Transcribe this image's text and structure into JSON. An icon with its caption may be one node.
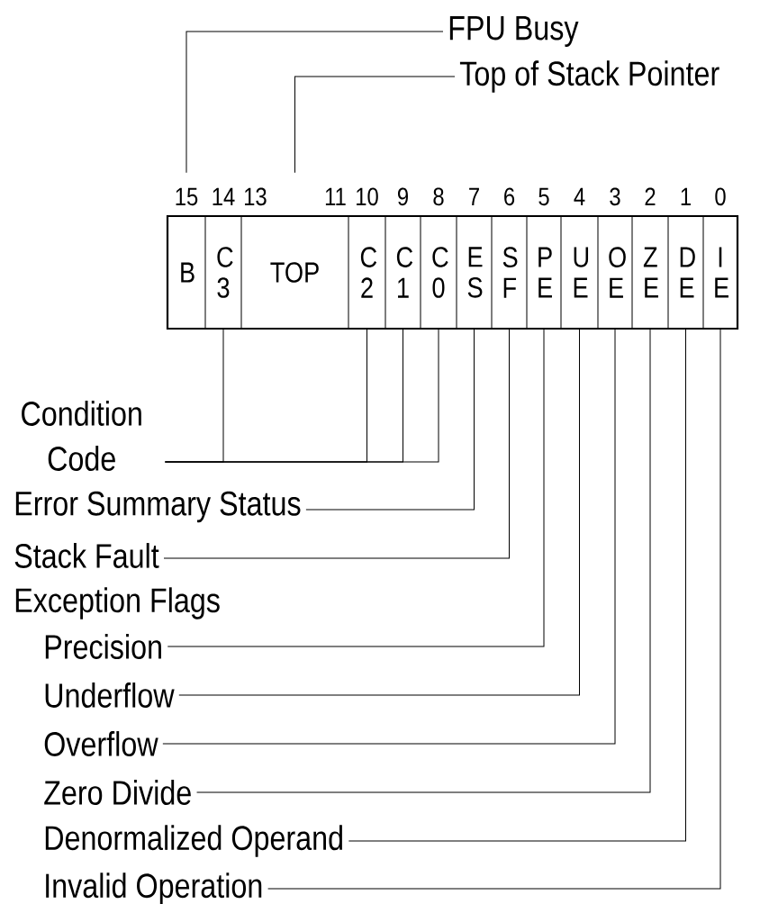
{
  "diagram": {
    "nodes": [
      {
        "text": [
          "FPU Busy"
        ]
      },
      {
        "text": [
          "Top of Stack Pointer"
        ]
      },
      {
        "text": [
          "B"
        ],
        "beside": [
          "15"
        ]
      },
      {
        "text": [
          "C 3"
        ],
        "beside": [
          "14"
        ]
      },
      {
        "text": [
          "TOP"
        ],
        "beside": [
          "13",
          "11"
        ]
      },
      {
        "text": [
          "C 2"
        ],
        "beside": [
          "10"
        ]
      },
      {
        "text": [
          "C 1"
        ],
        "beside": [
          "9"
        ]
      },
      {
        "text": [
          "C 0"
        ],
        "beside": [
          "8"
        ]
      },
      {
        "text": [
          "E S"
        ],
        "beside": [
          "7"
        ]
      },
      {
        "text": [
          "S F"
        ],
        "beside": [
          "6"
        ]
      },
      {
        "text": [
          "P E"
        ],
        "beside": [
          "5"
        ]
      },
      {
        "text": [
          "U E"
        ],
        "beside": [
          "4"
        ]
      },
      {
        "text": [
          "O E"
        ],
        "beside": [
          "3"
        ]
      },
      {
        "text": [
          "Z E"
        ],
        "beside": [
          "2"
        ]
      },
      {
        "text": [
          "D E"
        ],
        "beside": [
          "1"
        ]
      },
      {
        "text": [
          "I E"
        ],
        "beside": [
          "0"
        ]
      },
      {
        "text": [
          "Condition Code"
        ]
      },
      {
        "text": [
          "Error Summary Status"
        ]
      },
      {
        "text": [
          "Stack Fault"
        ]
      },
      {
        "text": [
          "Precision"
        ]
      },
      {
        "text": [
          "Underflow"
        ]
      },
      {
        "text": [
          "Overflow"
        ]
      },
      {
        "text": [
          "Zero Divide"
        ]
      },
      {
        "text": [
          "Denormalized Operand"
        ]
      },
      {
        "text": [
          "Invalid Operation"
        ]
      }
    ],
    "edges": [
      {
        "from": 0,
        "to": 2,
        "arrow": "none"
      },
      {
        "from": 1,
        "to": 4,
        "arrow": "none"
      },
      {
        "from": 16,
        "to": 3,
        "arrow": "none"
      },
      {
        "from": 16,
        "to": 5,
        "arrow": "none"
      },
      {
        "from": 16,
        "to": 6,
        "arrow": "none"
      },
      {
        "from": 16,
        "to": 7,
        "arrow": "none"
      },
      {
        "from": 17,
        "to": 8,
        "arrow": "none"
      },
      {
        "from": 18,
        "to": 9,
        "arrow": "none"
      },
      {
        "from": 19,
        "to": 10,
        "arrow": "none"
      },
      {
        "from": 20,
        "to": 11,
        "arrow": "none"
      },
      {
        "from": 21,
        "to": 12,
        "arrow": "none"
      },
      {
        "from": 22,
        "to": 13,
        "arrow": "none"
      },
      {
        "from": 23,
        "to": 14,
        "arrow": "none"
      },
      {
        "from": 24,
        "to": 15,
        "arrow": "none"
      }
    ],
    "labels": [
      "Exception Flags"
    ]
  }
}
